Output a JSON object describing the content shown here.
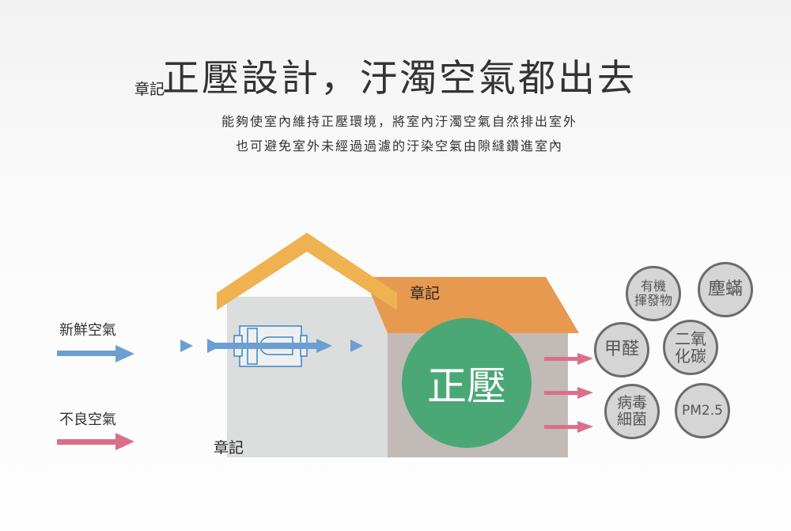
{
  "title": "正壓設計，汙濁空氣都出去",
  "subtitle_lines": [
    "能夠使室內維持正壓環境，將室內汙濁空氣自然排出室外",
    "也可避免室外未經過過濾的汙染空氣由隙縫鑽進室內"
  ],
  "stamps": [
    "章記",
    "章記",
    "章記"
  ],
  "fresh_air_label": "新鮮空氣",
  "bad_air_label": "不良空氣",
  "center_label": "正壓",
  "pollutants": [
    {
      "line1": "有機",
      "line2": "揮發物"
    },
    {
      "line1": "塵蟎",
      "line2": ""
    },
    {
      "line1": "甲醛",
      "line2": ""
    },
    {
      "line1": "二氧",
      "line2": "化碳"
    },
    {
      "line1": "病毒",
      "line2": "細菌"
    },
    {
      "line1": "PM2.5",
      "line2": ""
    }
  ],
  "colors": {
    "blue": "#6b9fd1",
    "pink": "#dc6e8a",
    "green": "#4aa876",
    "roof_left": "#efb251",
    "roof_right": "#e6994f",
    "wall_left": "#dcdddd",
    "wall_right": "#c2bab7"
  }
}
